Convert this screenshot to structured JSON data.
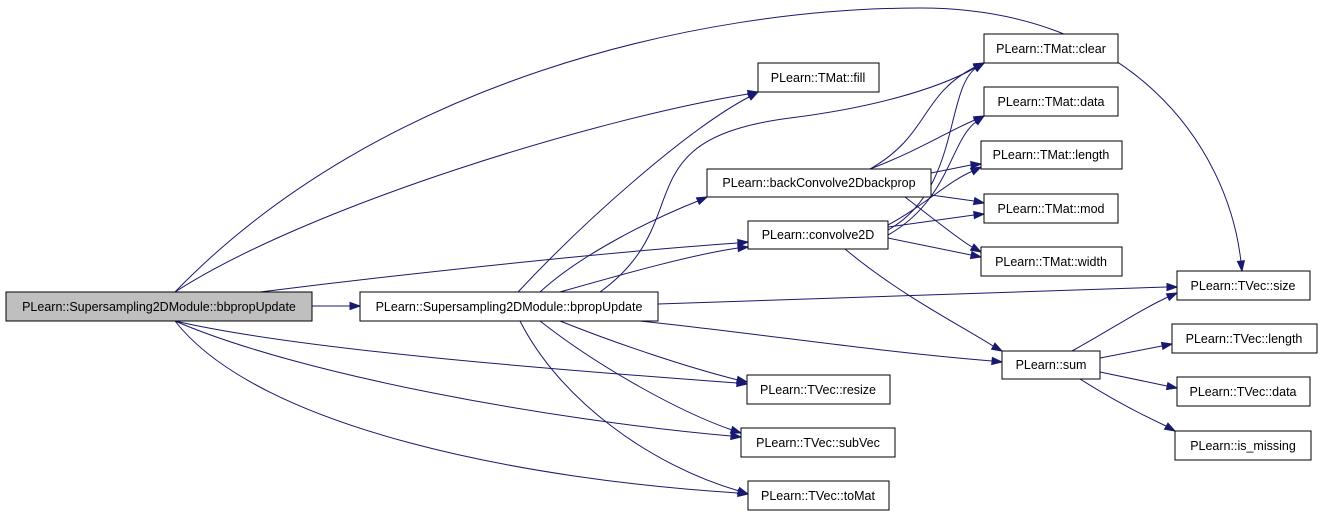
{
  "graph": {
    "edge_color": "#191970",
    "root_fill": "#bfbfbf",
    "nodes": {
      "root": "PLearn::Supersampling2DModule::bbpropUpdate",
      "bprop": "PLearn::Supersampling2DModule::bpropUpdate",
      "back": "PLearn::backConvolve2Dbackprop",
      "conv": "PLearn::convolve2D",
      "sum": "PLearn::sum",
      "fill": "PLearn::TMat::fill",
      "clear": "PLearn::TMat::clear",
      "mdata": "PLearn::TMat::data",
      "mlength": "PLearn::TMat::length",
      "mod": "PLearn::TMat::mod",
      "width": "PLearn::TMat::width",
      "size": "PLearn::TVec::size",
      "vlength": "PLearn::TVec::length",
      "vdata": "PLearn::TVec::data",
      "ismissing": "PLearn::is_missing",
      "resize": "PLearn::TVec::resize",
      "subvec": "PLearn::TVec::subVec",
      "tomat": "PLearn::TVec::toMat"
    },
    "edges": [
      [
        "root",
        "bprop"
      ],
      [
        "root",
        "fill"
      ],
      [
        "root",
        "size"
      ],
      [
        "root",
        "conv"
      ],
      [
        "root",
        "resize"
      ],
      [
        "root",
        "subvec"
      ],
      [
        "root",
        "tomat"
      ],
      [
        "bprop",
        "fill"
      ],
      [
        "bprop",
        "clear"
      ],
      [
        "bprop",
        "back"
      ],
      [
        "bprop",
        "conv"
      ],
      [
        "bprop",
        "size"
      ],
      [
        "bprop",
        "sum"
      ],
      [
        "bprop",
        "resize"
      ],
      [
        "bprop",
        "subvec"
      ],
      [
        "bprop",
        "tomat"
      ],
      [
        "back",
        "clear"
      ],
      [
        "back",
        "mdata"
      ],
      [
        "back",
        "mlength"
      ],
      [
        "back",
        "mod"
      ],
      [
        "back",
        "width"
      ],
      [
        "conv",
        "clear"
      ],
      [
        "conv",
        "mdata"
      ],
      [
        "conv",
        "mlength"
      ],
      [
        "conv",
        "mod"
      ],
      [
        "conv",
        "width"
      ],
      [
        "conv",
        "sum"
      ],
      [
        "sum",
        "size"
      ],
      [
        "sum",
        "vlength"
      ],
      [
        "sum",
        "vdata"
      ],
      [
        "sum",
        "ismissing"
      ]
    ]
  }
}
